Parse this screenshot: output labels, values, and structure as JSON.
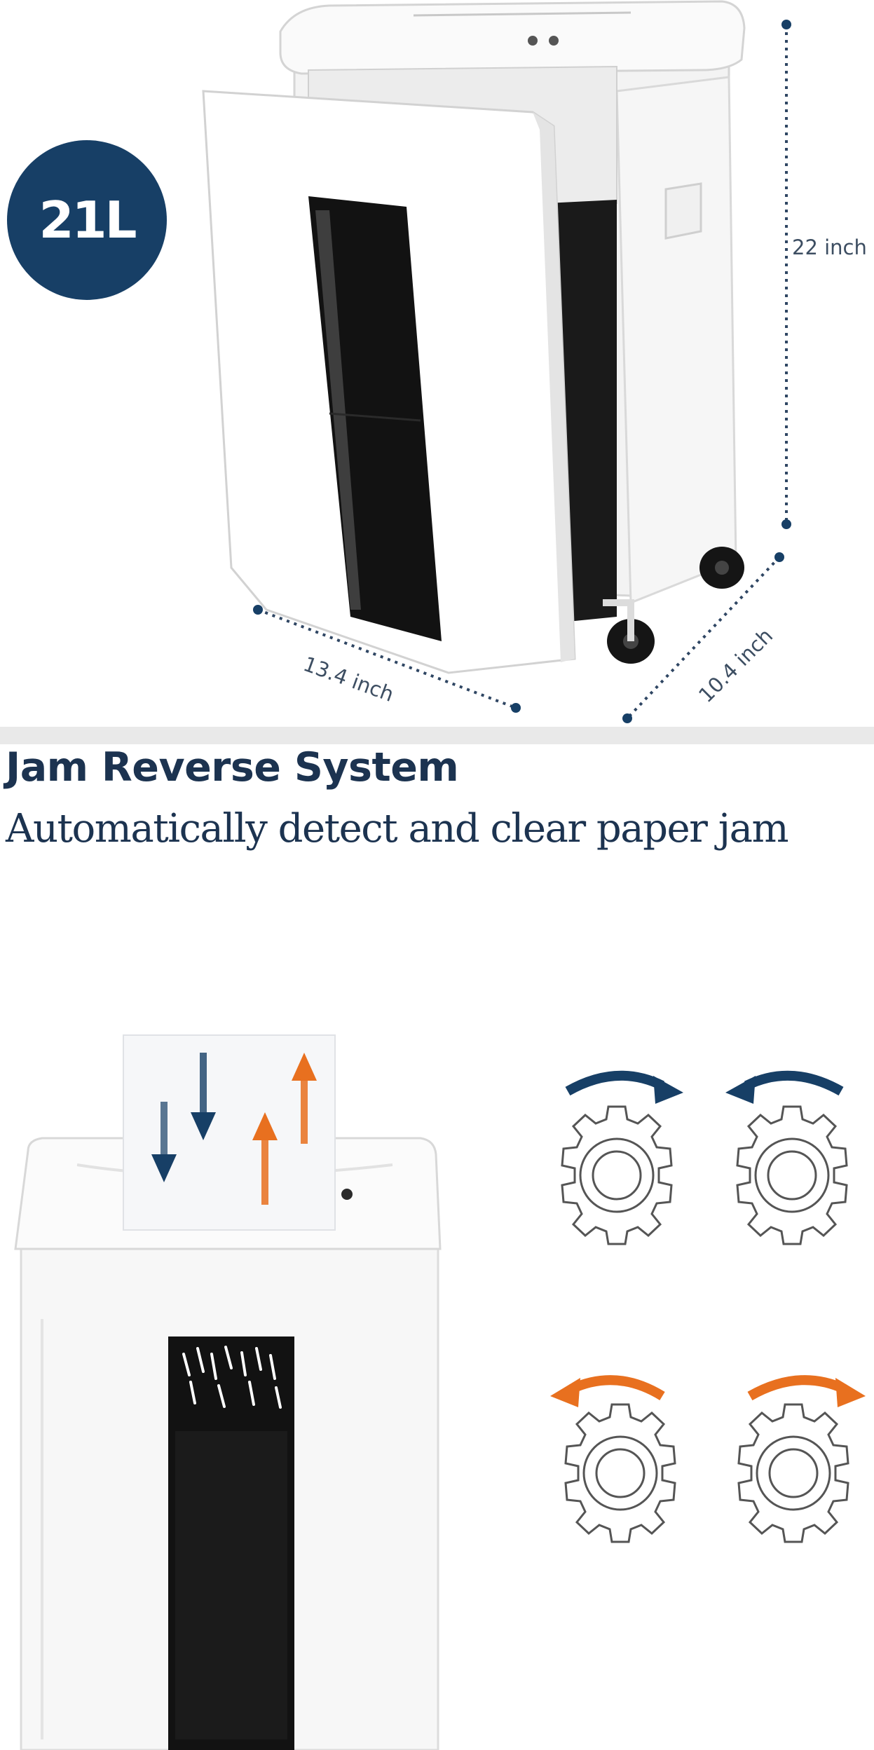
{
  "capacity_badge": "21L",
  "dimensions": {
    "height": "22 inch",
    "width": "13.4 inch",
    "depth": "10.4 inch"
  },
  "feature": {
    "title": "Jam Reverse System",
    "subtitle": "Automatically detect and clear paper jam"
  },
  "colors": {
    "navy": "#173f66",
    "orange": "#e8701f",
    "text": "#1c3350"
  }
}
